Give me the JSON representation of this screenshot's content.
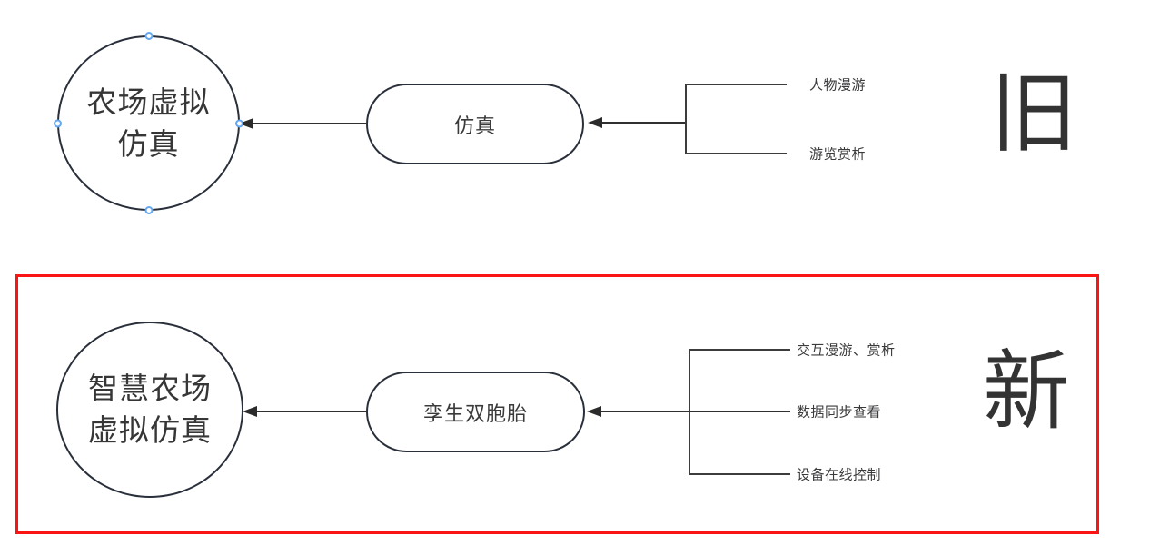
{
  "diagram": {
    "old_section": {
      "badge": "旧",
      "circle": {
        "line1": "农场虚拟",
        "line2": "仿真"
      },
      "process_label": "仿真",
      "branches": [
        "人物漫游",
        "游览赏析"
      ]
    },
    "new_section": {
      "badge": "新",
      "circle": {
        "line1": "智慧农场",
        "line2": "虚拟仿真"
      },
      "process_label": "孪生双胞胎",
      "branches": [
        "交互漫游、赏析",
        "数据同步查看",
        "设备在线控制"
      ]
    },
    "colors": {
      "shape_stroke": "#2a303b",
      "connector_stroke": "#3c3c3c",
      "text": "#333333",
      "highlight_border": "#fb1414",
      "selection_handle": "#64a6f0",
      "background": "#ffffff"
    }
  }
}
